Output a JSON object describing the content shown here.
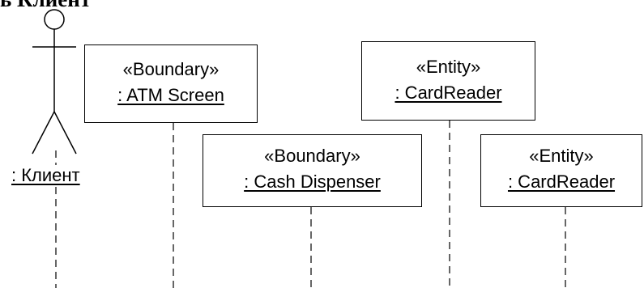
{
  "header": {
    "fragment_text": "ь Клиент"
  },
  "actor": {
    "name": ": Клиент"
  },
  "objects": [
    {
      "stereotype": "«Boundary»",
      "name": ": ATM Screen"
    },
    {
      "stereotype": "«Entity»",
      "name": ": CardReader"
    },
    {
      "stereotype": "«Boundary»",
      "name": ": Cash Dispenser"
    },
    {
      "stereotype": "«Entity»",
      "name": ": CardReader"
    }
  ],
  "style": {
    "line_color": "#000000",
    "background": "#ffffff"
  }
}
